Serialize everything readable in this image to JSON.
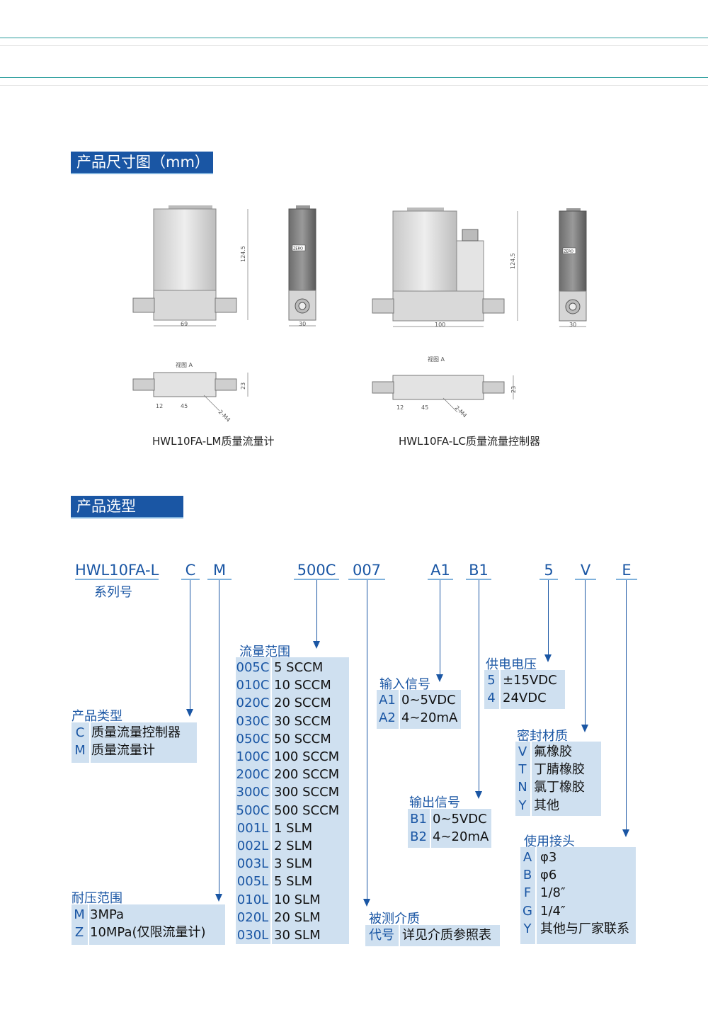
{
  "sections": {
    "dimensions_title": "产品尺寸图（mm）",
    "selection_title": "产品选型"
  },
  "drawings": {
    "lm_caption": "HWL10FA-LM质量流量计",
    "lc_caption": "HWL10FA-LC质量流量控制器",
    "view_label": "视图 A",
    "height_label": "124.5",
    "lm_width": "69",
    "lc_width": "100",
    "side_width": "30",
    "bottom_height": "23",
    "offset_12": "12",
    "offset_45": "45",
    "hole_label": "2-M4",
    "brand_badge": "ZERO"
  },
  "model": {
    "series_code": "HWL10FA-L",
    "series_label": "系列号",
    "codes": [
      "C",
      "M",
      "500C",
      "007",
      "A1",
      "B1",
      "5",
      "V",
      "E"
    ]
  },
  "groups": {
    "product_type": {
      "title": "产品类型",
      "rows": [
        {
          "code": "C",
          "desc": "质量流量控制器"
        },
        {
          "code": "M",
          "desc": "质量流量计"
        }
      ]
    },
    "pressure": {
      "title": "耐压范围",
      "rows": [
        {
          "code": "M",
          "desc": "3MPa"
        },
        {
          "code": "Z",
          "desc": "10MPa(仅限流量计)"
        }
      ]
    },
    "flow": {
      "title": "流量范围",
      "rows": [
        {
          "code": "005C",
          "desc": "5 SCCM"
        },
        {
          "code": "010C",
          "desc": "10 SCCM"
        },
        {
          "code": "020C",
          "desc": "20 SCCM"
        },
        {
          "code": "030C",
          "desc": "30 SCCM"
        },
        {
          "code": "050C",
          "desc": "50 SCCM"
        },
        {
          "code": "100C",
          "desc": "100 SCCM"
        },
        {
          "code": "200C",
          "desc": "200 SCCM"
        },
        {
          "code": "300C",
          "desc": "300 SCCM"
        },
        {
          "code": "500C",
          "desc": "500 SCCM"
        },
        {
          "code": "001L",
          "desc": "1 SLM"
        },
        {
          "code": "002L",
          "desc": "2 SLM"
        },
        {
          "code": "003L",
          "desc": "3 SLM"
        },
        {
          "code": "005L",
          "desc": "5 SLM"
        },
        {
          "code": "010L",
          "desc": "10 SLM"
        },
        {
          "code": "020L",
          "desc": "20 SLM"
        },
        {
          "code": "030L",
          "desc": "30 SLM"
        }
      ]
    },
    "medium": {
      "title": "被测介质",
      "rows": [
        {
          "code": "代号",
          "desc": "详见介质参照表"
        }
      ]
    },
    "input_signal": {
      "title": "输入信号",
      "rows": [
        {
          "code": "A1",
          "desc": "0~5VDC"
        },
        {
          "code": "A2",
          "desc": "4~20mA"
        }
      ]
    },
    "output_signal": {
      "title": "输出信号",
      "rows": [
        {
          "code": "B1",
          "desc": "0~5VDC"
        },
        {
          "code": "B2",
          "desc": "4~20mA"
        }
      ]
    },
    "supply": {
      "title": "供电电压",
      "rows": [
        {
          "code": "5",
          "desc": "±15VDC"
        },
        {
          "code": "4",
          "desc": "24VDC"
        }
      ]
    },
    "seal": {
      "title": "密封材质",
      "rows": [
        {
          "code": "V",
          "desc": "氟橡胶"
        },
        {
          "code": "T",
          "desc": "丁腈橡胶"
        },
        {
          "code": "N",
          "desc": "氯丁橡胶"
        },
        {
          "code": "Y",
          "desc": "其他"
        }
      ]
    },
    "connector": {
      "title": "使用接头",
      "rows": [
        {
          "code": "A",
          "desc": "φ3"
        },
        {
          "code": "B",
          "desc": "φ6"
        },
        {
          "code": "F",
          "desc": "1/8″"
        },
        {
          "code": "G",
          "desc": "1/4″"
        },
        {
          "code": "Y",
          "desc": "其他与厂家联系"
        }
      ]
    }
  },
  "colors": {
    "accent": "#1a56a4",
    "light_accent": "#7fb1dc",
    "box_fill": "#cfe0f0",
    "header_line": "#2a9d9c"
  }
}
